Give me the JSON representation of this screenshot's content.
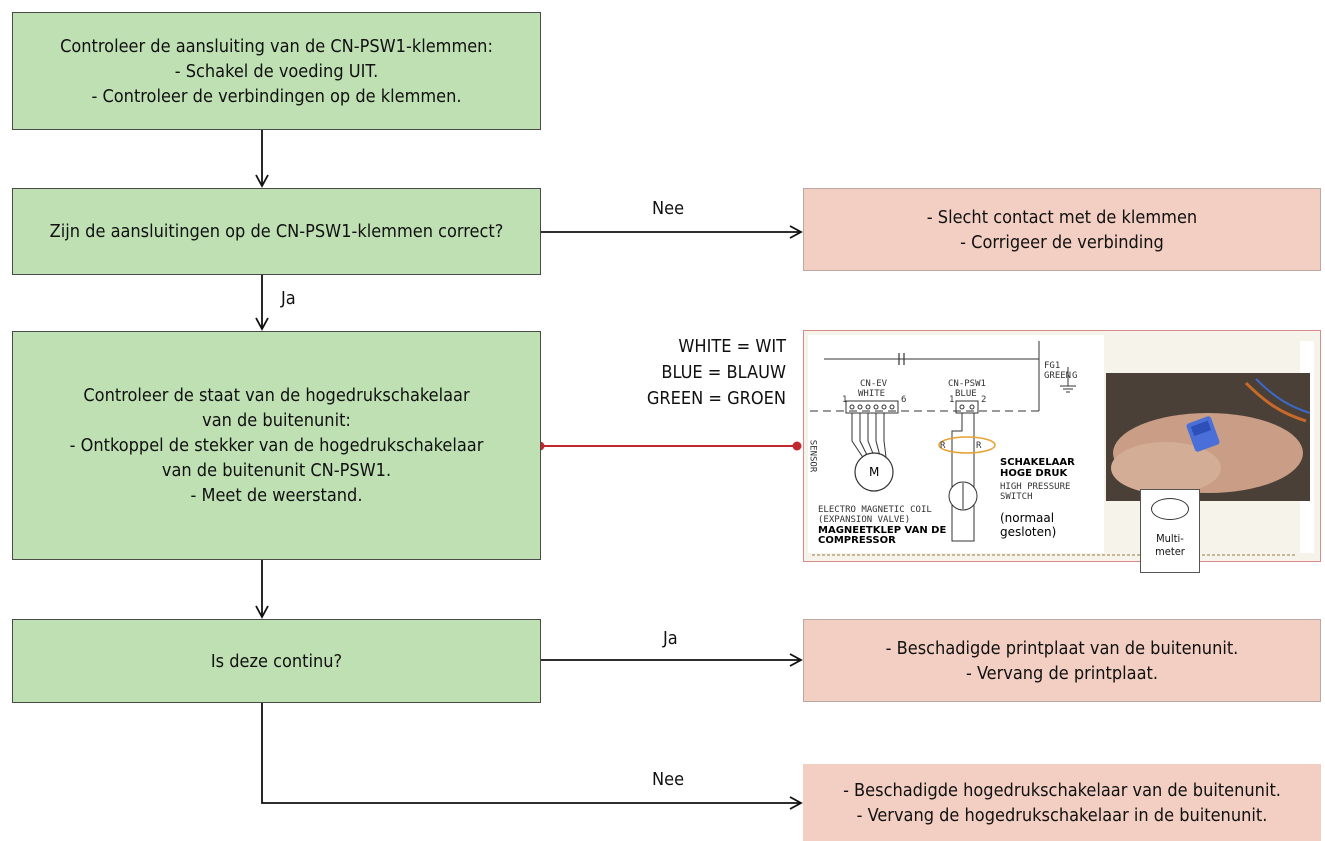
{
  "boxes": {
    "check_terminals": {
      "lines": [
        "Controleer de aansluiting van de CN-PSW1-klemmen:",
        "- Schakel de voeding UIT.",
        "- Controleer de verbindingen op de klemmen."
      ]
    },
    "terminals_correct": {
      "lines": [
        "Zijn de aansluitingen op de CN-PSW1-klemmen correct?"
      ]
    },
    "poor_contact": {
      "lines": [
        "- Slecht contact met de klemmen",
        "- Corrigeer de verbinding"
      ]
    },
    "check_switch": {
      "lines": [
        "Controleer de staat van de hogedrukschakelaar",
        "van de buitenunit:",
        "- Ontkoppel de stekker van de hogedrukschakelaar",
        "van de buitenunit CN-PSW1.",
        "- Meet de weerstand."
      ]
    },
    "is_continuous": {
      "lines": [
        "Is deze continu?"
      ]
    },
    "damaged_pcb": {
      "lines": [
        "- Beschadigde printplaat van de buitenunit.",
        "- Vervang de printplaat."
      ]
    },
    "damaged_switch": {
      "lines": [
        "- Beschadigde hogedrukschakelaar van de buitenunit.",
        "- Vervang de hogedrukschakelaar in de buitenunit."
      ]
    }
  },
  "labels": {
    "nee_1": "Nee",
    "ja_1": "Ja",
    "ja_2": "Ja",
    "nee_2": "Nee"
  },
  "legend": [
    "WHITE = WIT",
    "BLUE = BLAUW",
    "GREEN = GROEN"
  ],
  "schematic": {
    "fg1": "FG1",
    "green": "GREEN",
    "cn_ev": "CN-EV",
    "white": "WHITE",
    "cn_psw1": "CN-PSW1",
    "blue": "BLUE",
    "sensor": "SENSOR",
    "motor": "M",
    "coil_1": "ELECTRO MAGNETIC COIL",
    "coil_2": "(EXPANSION VALVE)",
    "valve_1": "MAGNEETKLEP VAN DE",
    "valve_2": "COMPRESSOR",
    "switch_nl_1": "SCHAKELAAR",
    "switch_nl_2": "HOGE DRUK",
    "switch_en_1": "HIGH PRESSURE",
    "switch_en_2": "SWITCH",
    "normally_1": "(normaal",
    "normally_2": "gesloten)",
    "r_left": "R",
    "r_right": "R",
    "pin1_ev": "1",
    "pin6_ev": "6",
    "pin1_psw": "1",
    "pin2_psw": "2",
    "ground": "G",
    "multimeter_1": "Multi-",
    "multimeter_2": "meter"
  },
  "colors": {
    "decision_green": "#bfe0b3",
    "result_pink": "#f2cfc2",
    "connector_red": "#c0282d",
    "highlight_orange": "#e8a030"
  }
}
